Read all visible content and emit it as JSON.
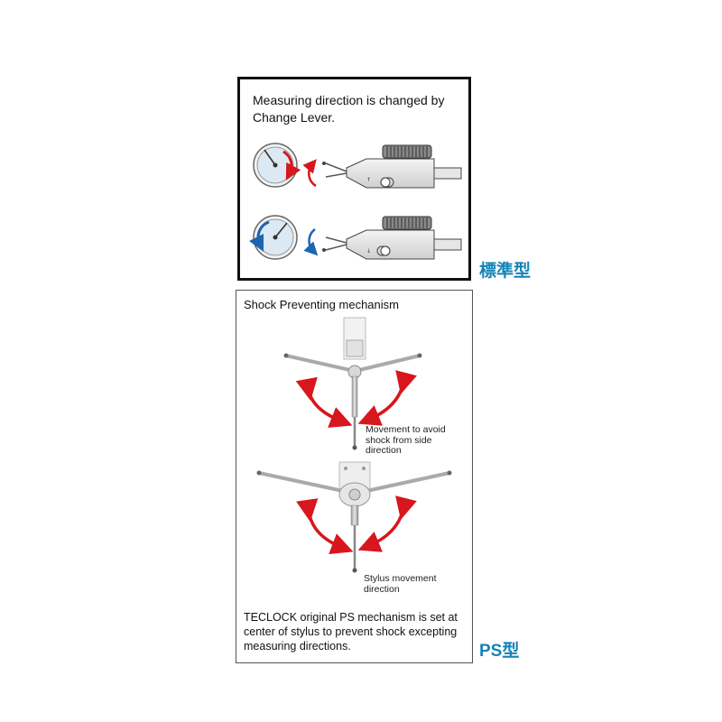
{
  "standard_panel": {
    "heading": "Measuring direction is changed by Change Lever."
  },
  "standard_tag": "標準型",
  "ps_panel": {
    "heading": "Shock Preventing mechanism",
    "callout_side": "Movement to avoid shock from side direction",
    "callout_stylus": "Stylus movement direction",
    "note": "TECLOCK original PS mechanism is set at center of stylus to prevent shock excepting measuring directions."
  },
  "ps_tag": "PS型",
  "colors": {
    "red_arrow": "#d8161d",
    "blue_arrow": "#1c65b0",
    "tag_blue": "#1583b5",
    "dial_face": "#dce9f2"
  }
}
